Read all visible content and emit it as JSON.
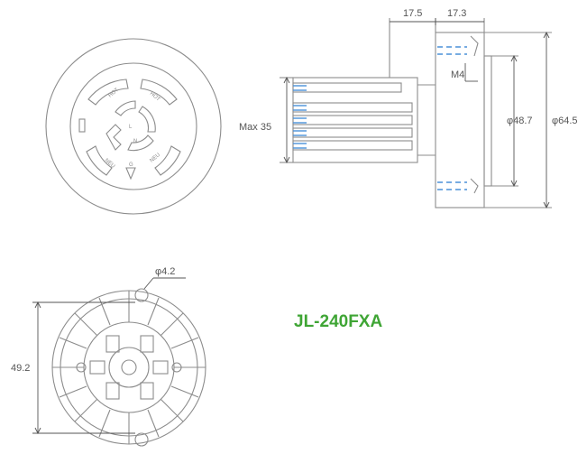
{
  "model": "JL-240FXA",
  "colors": {
    "line": "#8c8c8c",
    "dim": "#555555",
    "accent": "#3fa535",
    "wire": "#4a90d9"
  },
  "dimensions": {
    "d1": "17.5",
    "d2": "17.3",
    "thread": "M4",
    "max_height": "Max 35",
    "inner_dia": "φ48.7",
    "outer_dia": "φ64.5",
    "hole_dia": "φ4.2",
    "height": "49.2"
  },
  "plug_marks": {
    "ground": "G",
    "neutral": "N",
    "line": "L"
  }
}
